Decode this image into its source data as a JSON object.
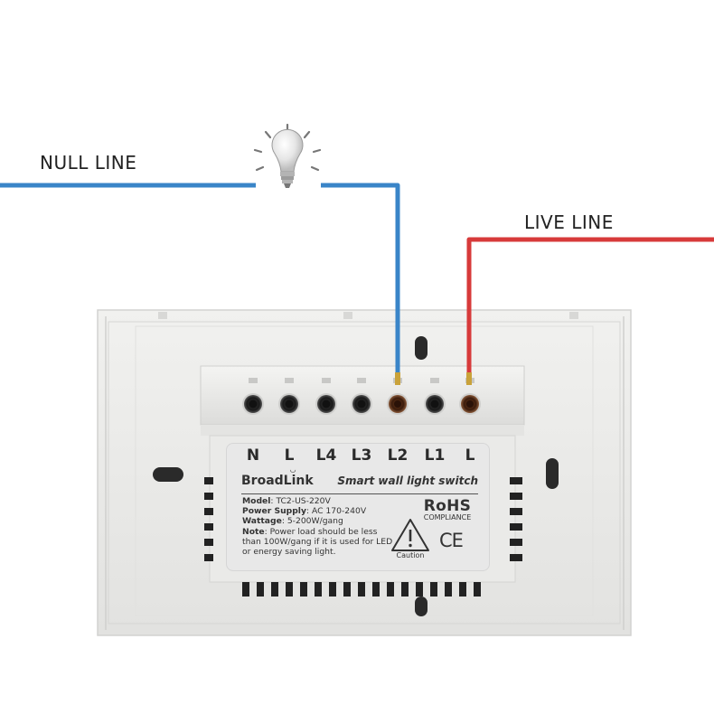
{
  "labels": {
    "null_line": "NULL LINE",
    "live_line": "LIVE LINE"
  },
  "colors": {
    "null_wire": "#3a85c8",
    "live_wire": "#d73a3a",
    "housing": "#e9e9e7",
    "sticker": "#e8e8e8"
  },
  "terminals": [
    "N",
    "L",
    "L4",
    "L3",
    "L2",
    "L1",
    "L"
  ],
  "sticker": {
    "brand": "BroadLink",
    "product": "Smart wall light switch",
    "specs": {
      "model_label": "Model",
      "model_value": ": TC2-US-220V",
      "power_label": "Power Supply",
      "power_value": ": AC 170-240V",
      "wattage_label": "Wattage",
      "wattage_value": ": 5-200W/gang",
      "note_label": "Note",
      "note_value": ": Power load should be less than 100W/gang if it is used for LED or energy saving light."
    },
    "rohs": "RoHS",
    "compliance": "COMPLIANCE",
    "caution": "Caution",
    "ce": "CE"
  },
  "icons": {
    "bulb": "light-bulb-icon",
    "warning": "warning-triangle-icon",
    "wifi": "wifi-icon"
  }
}
